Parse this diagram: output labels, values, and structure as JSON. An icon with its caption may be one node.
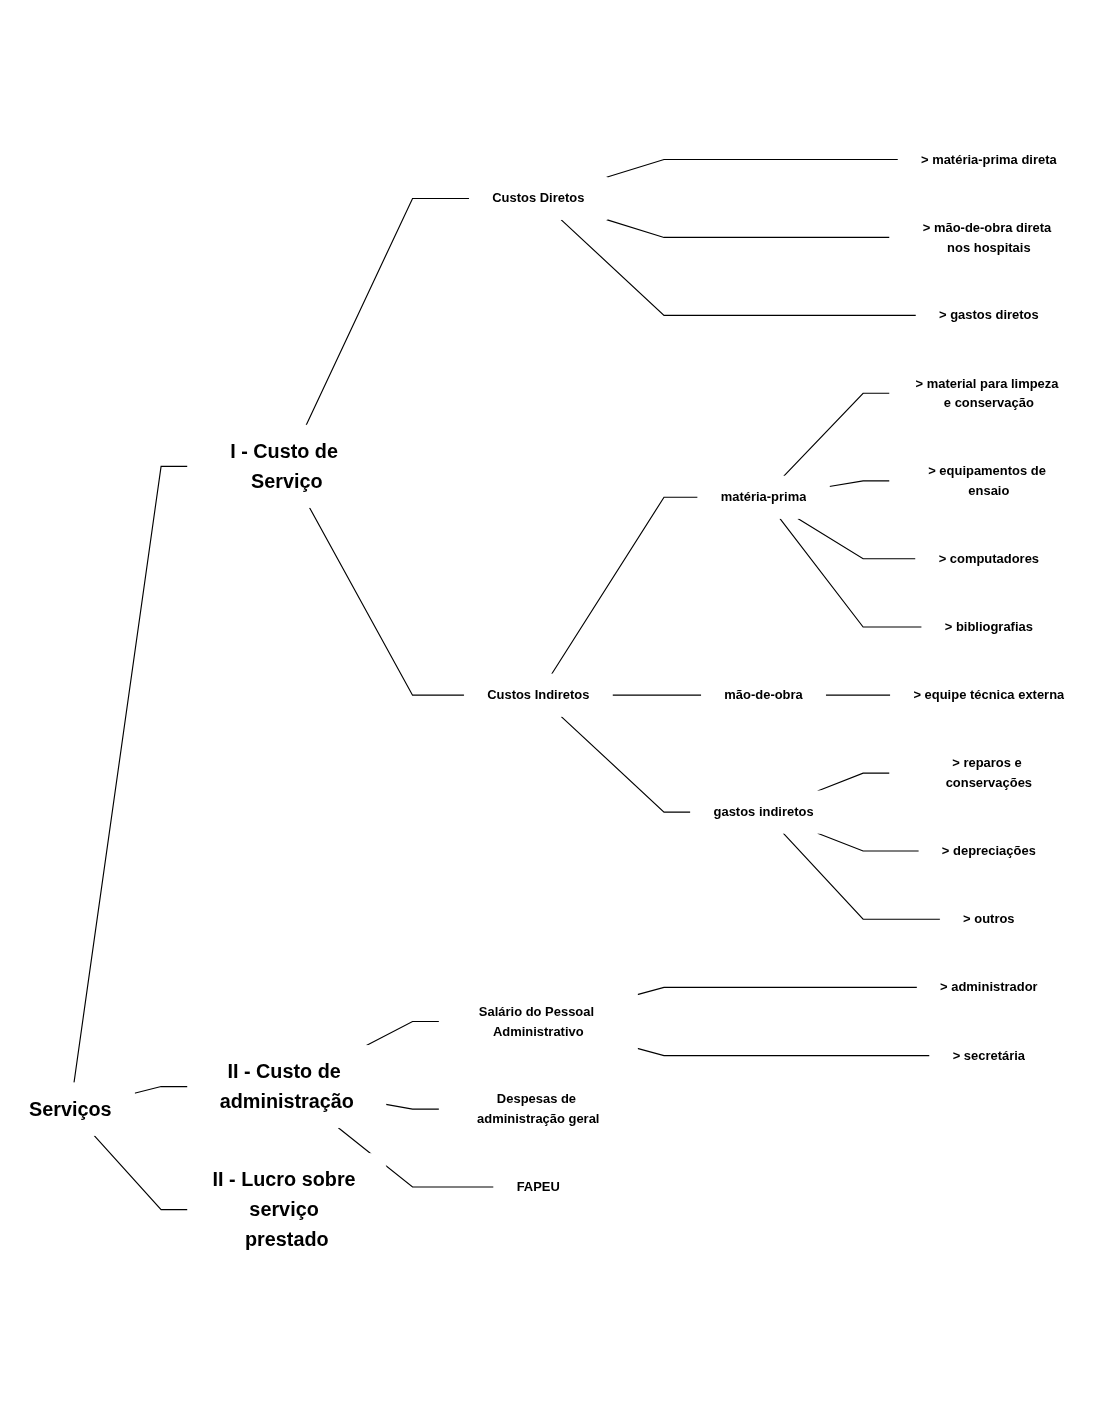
{
  "diagram": {
    "nodes": [
      {
        "text": [
          "Serviços"
        ]
      },
      {
        "text": [
          "I - Custo de Serviço"
        ]
      },
      {
        "text": [
          "Custos Diretos"
        ]
      },
      {
        "text": [
          "> matéria-prima direta"
        ]
      },
      {
        "text": [
          "> mão-de-obra direta nos hospitais"
        ]
      },
      {
        "text": [
          "> gastos diretos"
        ]
      },
      {
        "text": [
          "Custos Indiretos"
        ]
      },
      {
        "text": [
          "matéria-prima"
        ]
      },
      {
        "text": [
          "> material para limpeza e conservação"
        ]
      },
      {
        "text": [
          "> equipamentos de ensaio"
        ]
      },
      {
        "text": [
          "> computadores"
        ]
      },
      {
        "text": [
          "> bibliografias"
        ]
      },
      {
        "text": [
          "mão-de-obra"
        ]
      },
      {
        "text": [
          "> equipe técnica externa"
        ]
      },
      {
        "text": [
          "gastos indiretos"
        ]
      },
      {
        "text": [
          "> reparos e conservações"
        ]
      },
      {
        "text": [
          "> depreciações"
        ]
      },
      {
        "text": [
          "> outros"
        ]
      },
      {
        "text": [
          "II - Custo de administração"
        ]
      },
      {
        "text": [
          "Salário do Pessoal Administrativo"
        ]
      },
      {
        "text": [
          "> administrador"
        ]
      },
      {
        "text": [
          "> secretária"
        ]
      },
      {
        "text": [
          "Despesas de administração geral"
        ]
      },
      {
        "text": [
          "FAPEU"
        ]
      },
      {
        "text": [
          "II - Lucro sobre serviço prestado"
        ]
      }
    ],
    "edges": [
      {
        "from": 0,
        "to": 1,
        "arrow": "none"
      },
      {
        "from": 0,
        "to": 18,
        "arrow": "none"
      },
      {
        "from": 0,
        "to": 24,
        "arrow": "none"
      },
      {
        "from": 1,
        "to": 2,
        "arrow": "none"
      },
      {
        "from": 1,
        "to": 6,
        "arrow": "none"
      },
      {
        "from": 2,
        "to": 3,
        "arrow": "none"
      },
      {
        "from": 2,
        "to": 4,
        "arrow": "none"
      },
      {
        "from": 2,
        "to": 5,
        "arrow": "none"
      },
      {
        "from": 6,
        "to": 7,
        "arrow": "none"
      },
      {
        "from": 6,
        "to": 12,
        "arrow": "none"
      },
      {
        "from": 6,
        "to": 14,
        "arrow": "none"
      },
      {
        "from": 7,
        "to": 8,
        "arrow": "none"
      },
      {
        "from": 7,
        "to": 9,
        "arrow": "none"
      },
      {
        "from": 7,
        "to": 10,
        "arrow": "none"
      },
      {
        "from": 7,
        "to": 11,
        "arrow": "none"
      },
      {
        "from": 12,
        "to": 13,
        "arrow": "none"
      },
      {
        "from": 14,
        "to": 15,
        "arrow": "none"
      },
      {
        "from": 14,
        "to": 16,
        "arrow": "none"
      },
      {
        "from": 14,
        "to": 17,
        "arrow": "none"
      },
      {
        "from": 18,
        "to": 19,
        "arrow": "none"
      },
      {
        "from": 18,
        "to": 22,
        "arrow": "none"
      },
      {
        "from": 18,
        "to": 23,
        "arrow": "none"
      },
      {
        "from": 19,
        "to": 20,
        "arrow": "none"
      },
      {
        "from": 19,
        "to": 21,
        "arrow": "none"
      }
    ]
  }
}
